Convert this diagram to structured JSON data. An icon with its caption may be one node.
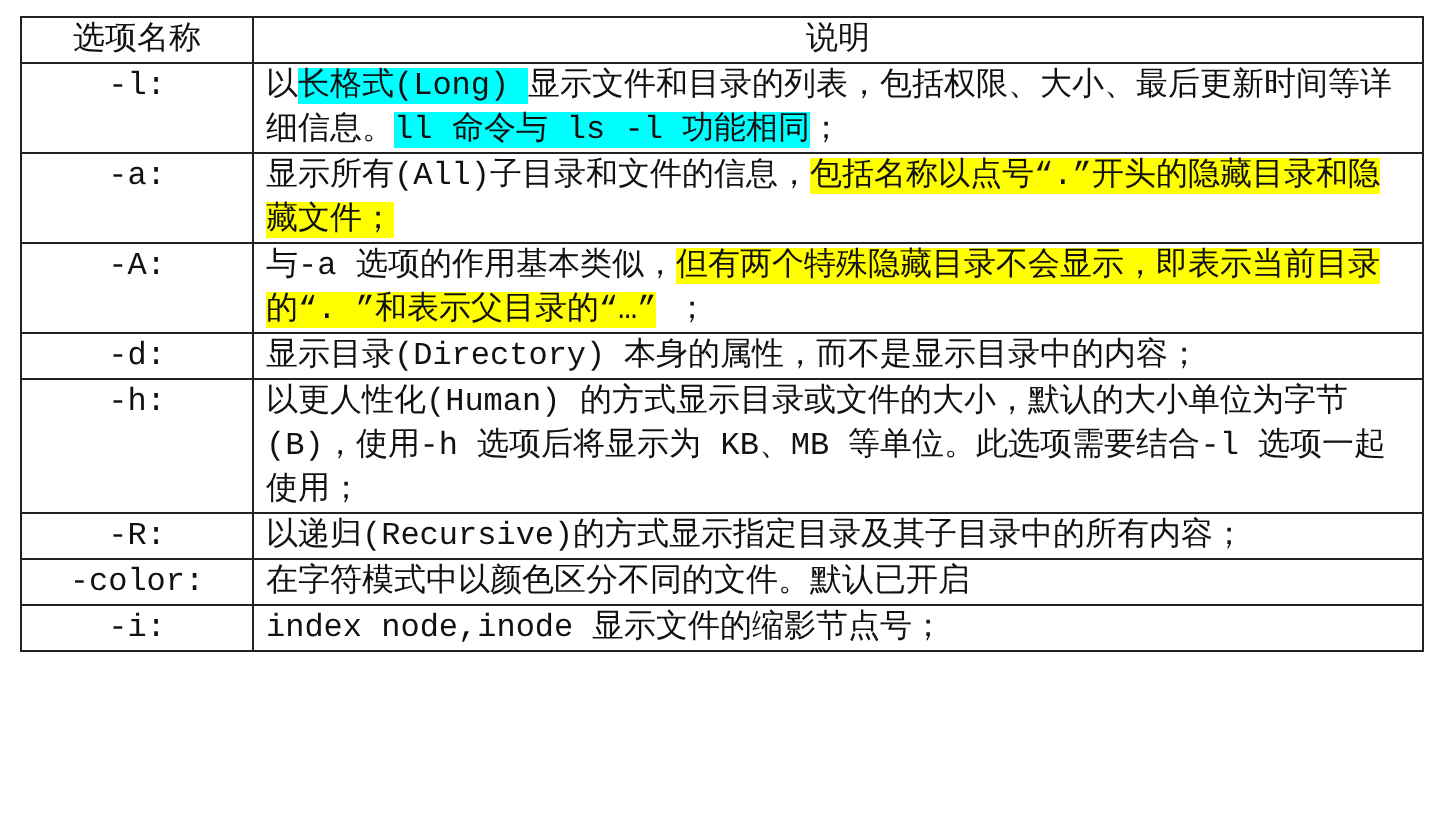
{
  "diagram": {
    "labels": [
      "选项名称",
      "说明",
      "-l:",
      "以长格式(Long) 显示文件和目录的列表，包括权限、大小、最后更新时间等详细信息。ll 命令与 ls -l 功能相同；",
      "-a:",
      "显示所有(All)子目录和文件的信息，包括名称以点号“.”开头的隐藏目录和隐藏文件；",
      "-A:",
      "与-a 选项的作用基本类似，但有两个特殊隐藏目录不会显示，即表示当前目录的“. ”和表示父目录的“…” ；",
      "-d:",
      "显示目录(Directory) 本身的属性，而不是显示目录中的内容；",
      "-h:",
      "以更人性化(Human) 的方式显示目录或文件的大小，默认的大小单位为字节(B)，使用-h 选项后将显示为 KB、MB 等单位。此选项需要结合-l 选项一起使用；",
      "-R:",
      "以递归(Recursive)的方式显示指定目录及其子目录中的所有内容；",
      "-color:",
      "在字符模式中以颜色区分不同的文件。默认已开启",
      "-i:",
      "index node,inode 显示文件的缩影节点号；"
    ]
  }
}
